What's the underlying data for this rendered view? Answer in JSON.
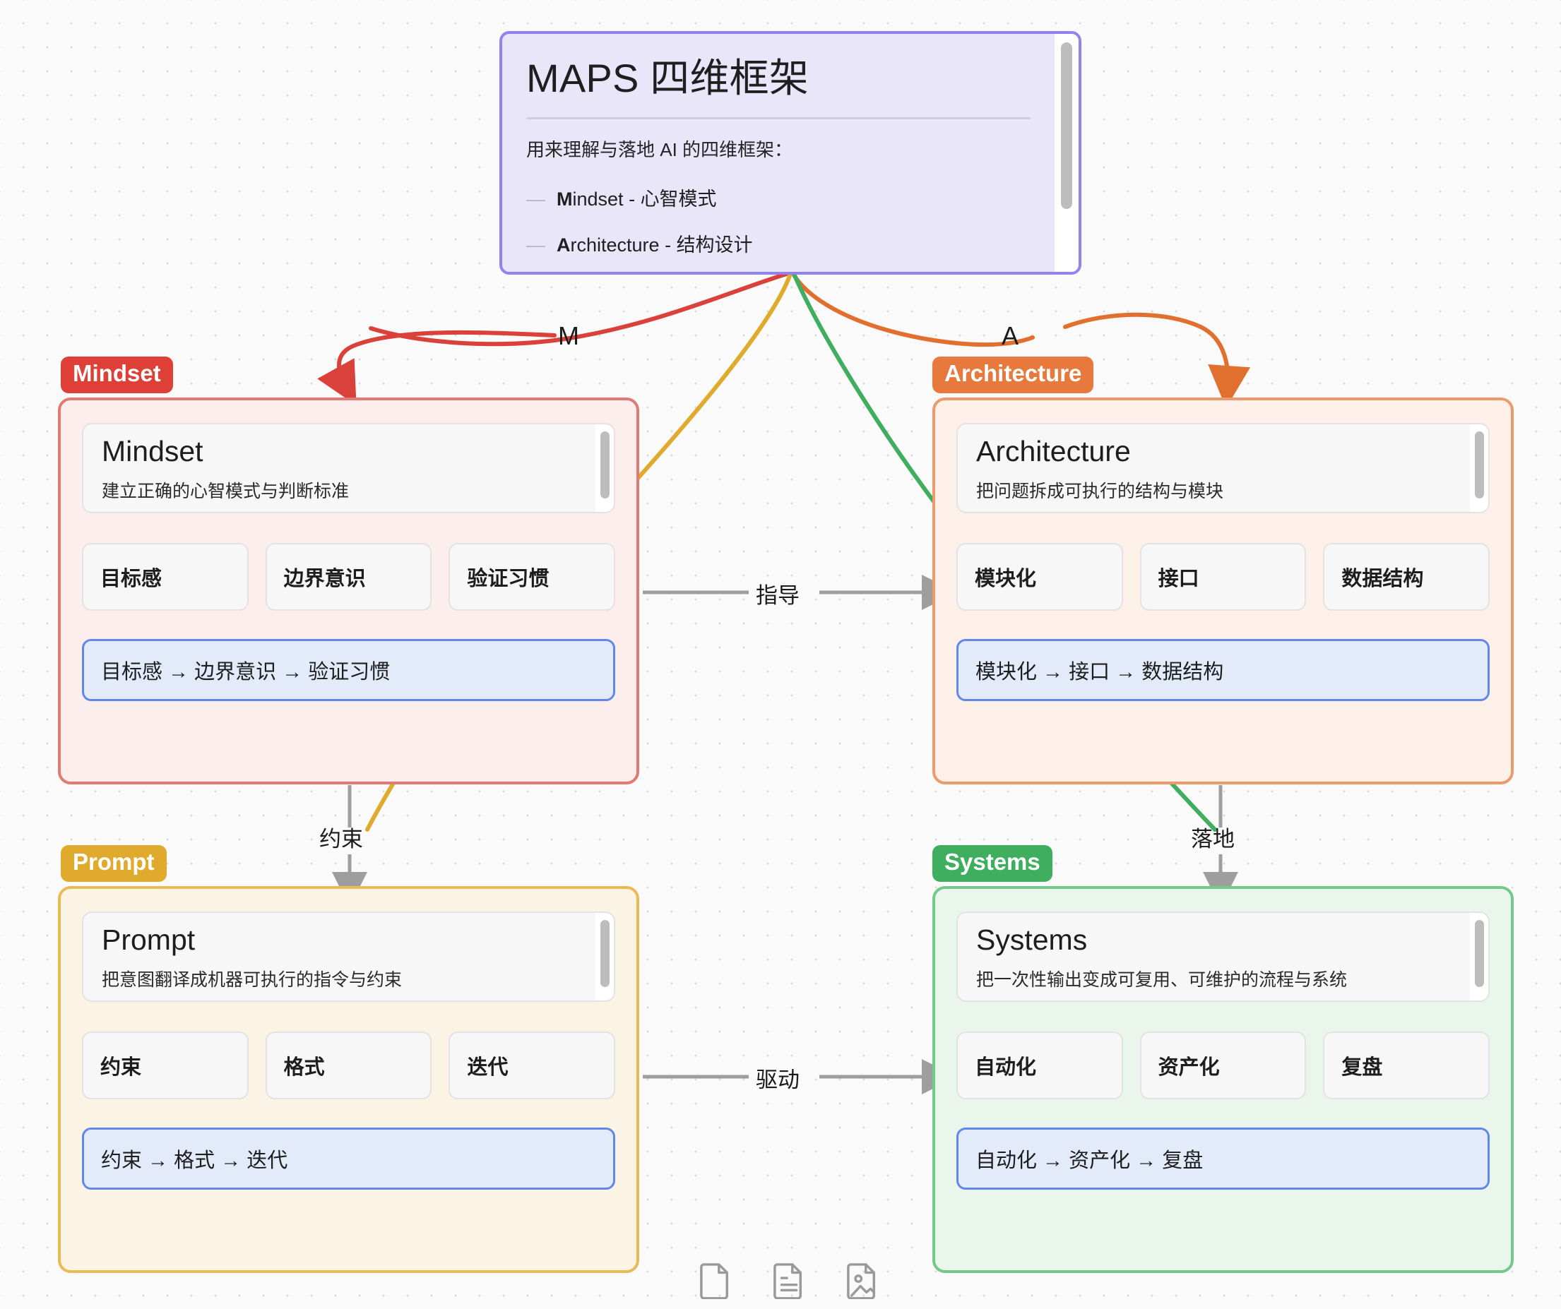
{
  "canvas": {
    "background": "#fafafa",
    "grid_dot_color": "#dcdcdc"
  },
  "title_card": {
    "name": "maps-framework-card",
    "heading": "MAPS 四维框架",
    "lead": "用来理解与落地 AI 的四维框架：",
    "accent": "#9183ef",
    "fill": "#e9e6fa",
    "items": [
      {
        "dash": "—",
        "key": "M",
        "rest": "indset",
        "sep": " - ",
        "cn": "心智模式"
      },
      {
        "dash": "—",
        "key": "A",
        "rest": "rchitecture",
        "sep": " - ",
        "cn": "结构设计"
      }
    ]
  },
  "quadrants": [
    {
      "id": "mindset",
      "badge": "Mindset",
      "badge_color": "#de4038",
      "border": "#e17a74",
      "fill": "#fbeeed",
      "title": "Mindset",
      "desc": "建立正确的心智模式与判断标准",
      "chips": [
        "目标感",
        "边界意识",
        "验证习惯"
      ],
      "flow": "目标感 → 边界意识 → 验证习惯"
    },
    {
      "id": "architecture",
      "badge": "Architecture",
      "badge_color": "#e8793c",
      "border": "#eb9a6b",
      "fill": "#fcf0e9",
      "title": "Architecture",
      "desc": "把问题拆成可执行的结构与模块",
      "chips": [
        "模块化",
        "接口",
        "数据结构"
      ],
      "flow": "模块化 → 接口 → 数据结构"
    },
    {
      "id": "prompt",
      "badge": "Prompt",
      "badge_color": "#e0ab2c",
      "border": "#e8bb55",
      "fill": "#fbf3e4",
      "title": "Prompt",
      "desc": "把意图翻译成机器可执行的指令与约束",
      "chips": [
        "约束",
        "格式",
        "迭代"
      ],
      "flow": "约束 → 格式 → 迭代"
    },
    {
      "id": "systems",
      "badge": "Systems",
      "badge_color": "#3fae5f",
      "border": "#72c98a",
      "fill": "#eaf6ec",
      "title": "Systems",
      "desc": "把一次性输出变成可复用、可维护的流程与系统",
      "chips": [
        "自动化",
        "资产化",
        "复盘"
      ],
      "flow": "自动化 → 资产化 → 复盘"
    }
  ],
  "edges": [
    {
      "id": "m-edge",
      "label": "M",
      "color": "#d9413a",
      "from": "maps-framework-card",
      "to": "mindset"
    },
    {
      "id": "a-edge",
      "label": "A",
      "color": "#e1702f",
      "from": "maps-framework-card",
      "to": "architecture"
    },
    {
      "id": "p-edge",
      "label": "",
      "color": "#e0ab2c",
      "from": "maps-framework-card",
      "to": "prompt"
    },
    {
      "id": "s-edge",
      "label": "",
      "color": "#3fae5f",
      "from": "maps-framework-card",
      "to": "systems"
    },
    {
      "id": "guide-edge",
      "label": "指导",
      "color": "#9e9e9e",
      "from": "mindset",
      "to": "architecture"
    },
    {
      "id": "constrain-edge",
      "label": "约束",
      "color": "#9e9e9e",
      "from": "mindset",
      "to": "prompt"
    },
    {
      "id": "land-edge",
      "label": "落地",
      "color": "#9e9e9e",
      "from": "architecture",
      "to": "systems"
    },
    {
      "id": "drive-edge",
      "label": "驱动",
      "color": "#9e9e9e",
      "from": "prompt",
      "to": "systems"
    }
  ],
  "toolbar": {
    "icons": [
      {
        "name": "blank-file-icon"
      },
      {
        "name": "text-document-icon"
      },
      {
        "name": "image-file-icon"
      }
    ]
  }
}
